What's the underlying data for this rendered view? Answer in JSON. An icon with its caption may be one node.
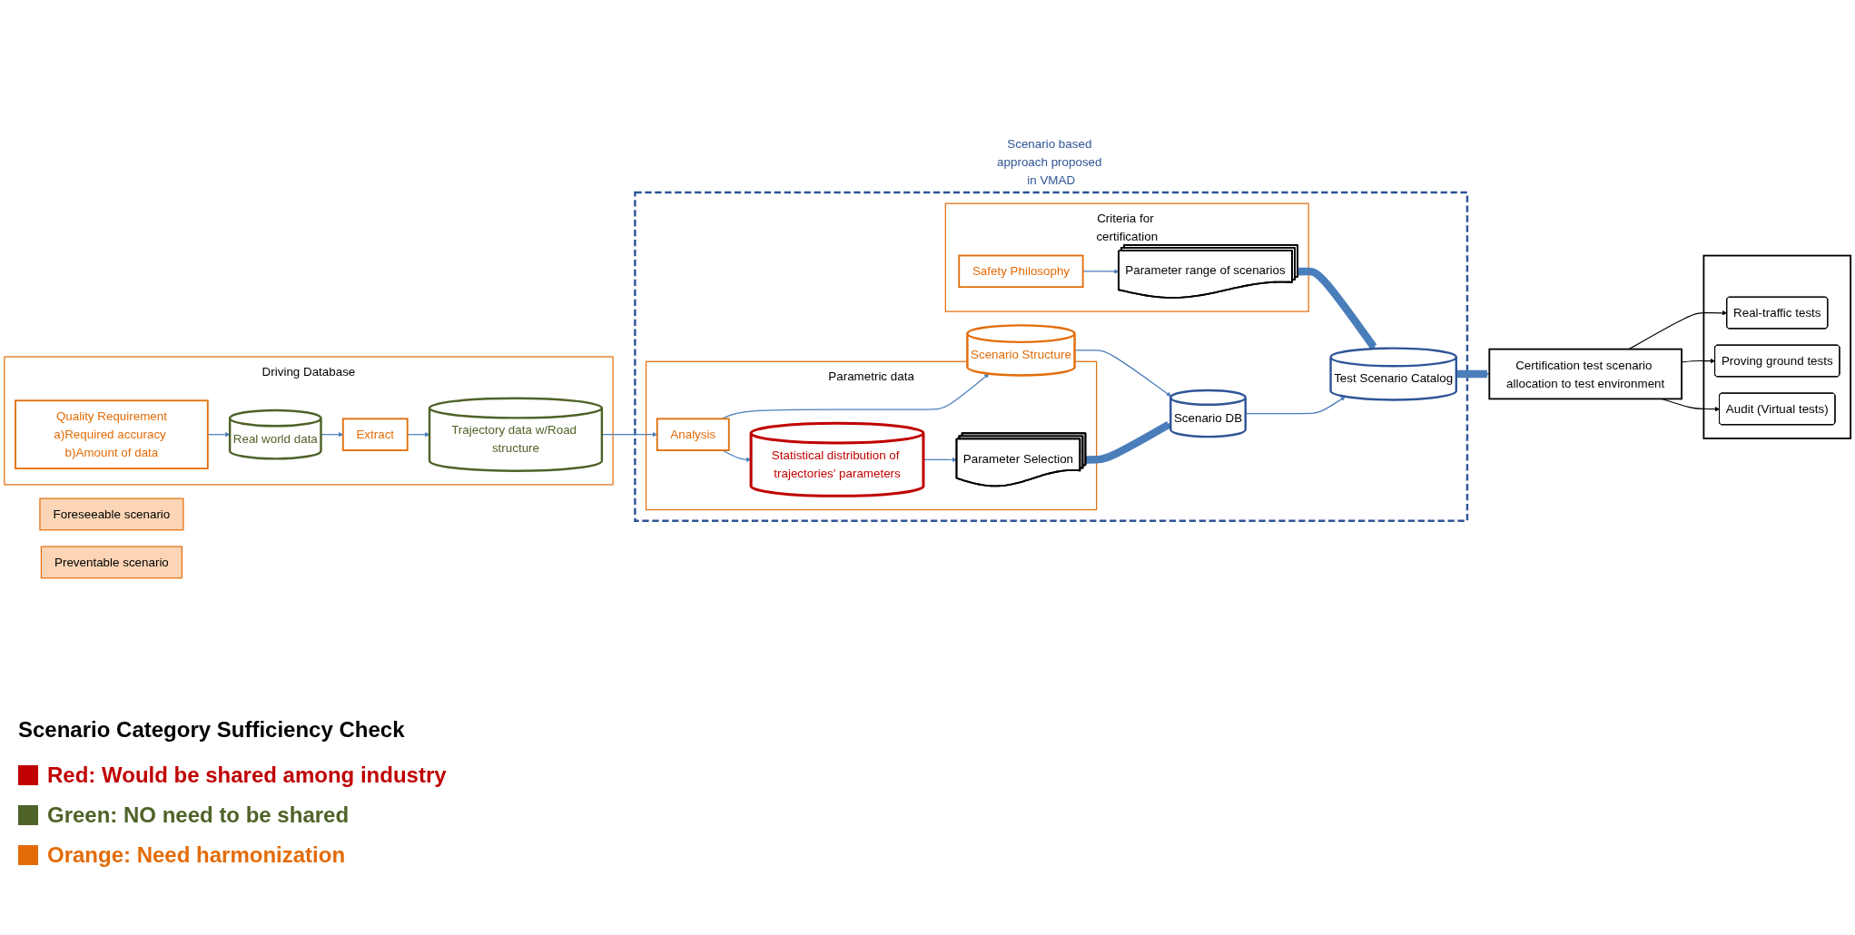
{
  "diagram": {
    "nodes": [
      {
        "text": [
          "Scenario based approach proposed in VMAD"
        ]
      },
      {
        "text": [
          "Driving Database"
        ]
      },
      {
        "text": [
          "Real world data"
        ],
        "in": 1
      },
      {
        "text": [
          "Extract"
        ],
        "in": 1
      },
      {
        "text": [
          "Quality Requirement",
          "a)Required accuracy b)Amount of data"
        ],
        "in": 1
      },
      {
        "text": [
          "Trajectory data w/Road structure"
        ],
        "in": 1
      },
      {
        "text": [
          "Parametric data"
        ],
        "in": 0
      },
      {
        "text": [
          "Statistical distribution of trajectories' parameters"
        ],
        "in": 6
      },
      {
        "text": [
          "Parameter Selection"
        ],
        "in": 6
      },
      {
        "text": [
          "Analysis"
        ],
        "in": 6
      },
      {
        "text": [
          "Criteria for certification"
        ],
        "in": 0
      },
      {
        "text": [
          "Safety Philosophy"
        ],
        "in": 10
      },
      {
        "text": [
          "Parameter range of scenarios"
        ],
        "in": 10
      },
      {
        "text": [
          "Scenario Structure"
        ],
        "in": 0
      },
      {
        "text": [
          "Scenario DB"
        ],
        "in": 0
      },
      {
        "text": [
          "Foreseeable scenario"
        ]
      },
      {
        "text": [
          "Test Scenario Catalog"
        ],
        "in": 0
      },
      {
        "text": [
          "Preventable scenario"
        ]
      },
      {
        "text": [
          "Certification test scenario allocation to test environment"
        ]
      },
      {
        "text": [],
        "shape": "box"
      },
      {
        "text": [
          "Real-traffic tests"
        ],
        "in": 19
      },
      {
        "text": [
          "Proving ground tests"
        ],
        "in": 19
      },
      {
        "text": [
          "Audit (Virtual tests)"
        ],
        "in": 19
      }
    ],
    "edges": [
      {
        "from": 2,
        "to": 3,
        "arrow": "to"
      },
      {
        "from": 3,
        "to": 5,
        "arrow": "to"
      },
      {
        "from": 4,
        "to": 2,
        "arrow": "to"
      },
      {
        "from": 5,
        "to": 9,
        "arrow": "to"
      },
      {
        "from": 9,
        "to": 7,
        "arrow": "to"
      },
      {
        "from": 7,
        "to": 8,
        "arrow": "to"
      },
      {
        "from": 9,
        "to": 13,
        "arrow": "to"
      },
      {
        "from": 13,
        "to": 14,
        "arrow": "to"
      },
      {
        "from": 8,
        "to": 14,
        "arrow": "to",
        "style": "thick"
      },
      {
        "from": 11,
        "to": 12,
        "arrow": "to"
      },
      {
        "from": 12,
        "to": 16,
        "arrow": "to",
        "style": "thick"
      },
      {
        "from": 14,
        "to": 16,
        "arrow": "to"
      },
      {
        "from": 16,
        "to": 18,
        "arrow": "to",
        "style": "thick"
      },
      {
        "from": 18,
        "to": 20,
        "arrow": "to",
        "color": "#000000"
      },
      {
        "from": 18,
        "to": 21,
        "arrow": "to",
        "color": "#000000"
      },
      {
        "from": 18,
        "to": 22,
        "arrow": "to",
        "color": "#000000"
      }
    ],
    "labels": [
      "Scenario Category Sufficiency Check"
    ],
    "legend": [
      {
        "text": "Red: Would be shared among industry",
        "color": "#c00000"
      },
      {
        "text": "Green: NO need to be shared",
        "color": "#4f6228"
      },
      {
        "text": "Orange: Need harmonization",
        "color": "#e36c09"
      }
    ]
  }
}
